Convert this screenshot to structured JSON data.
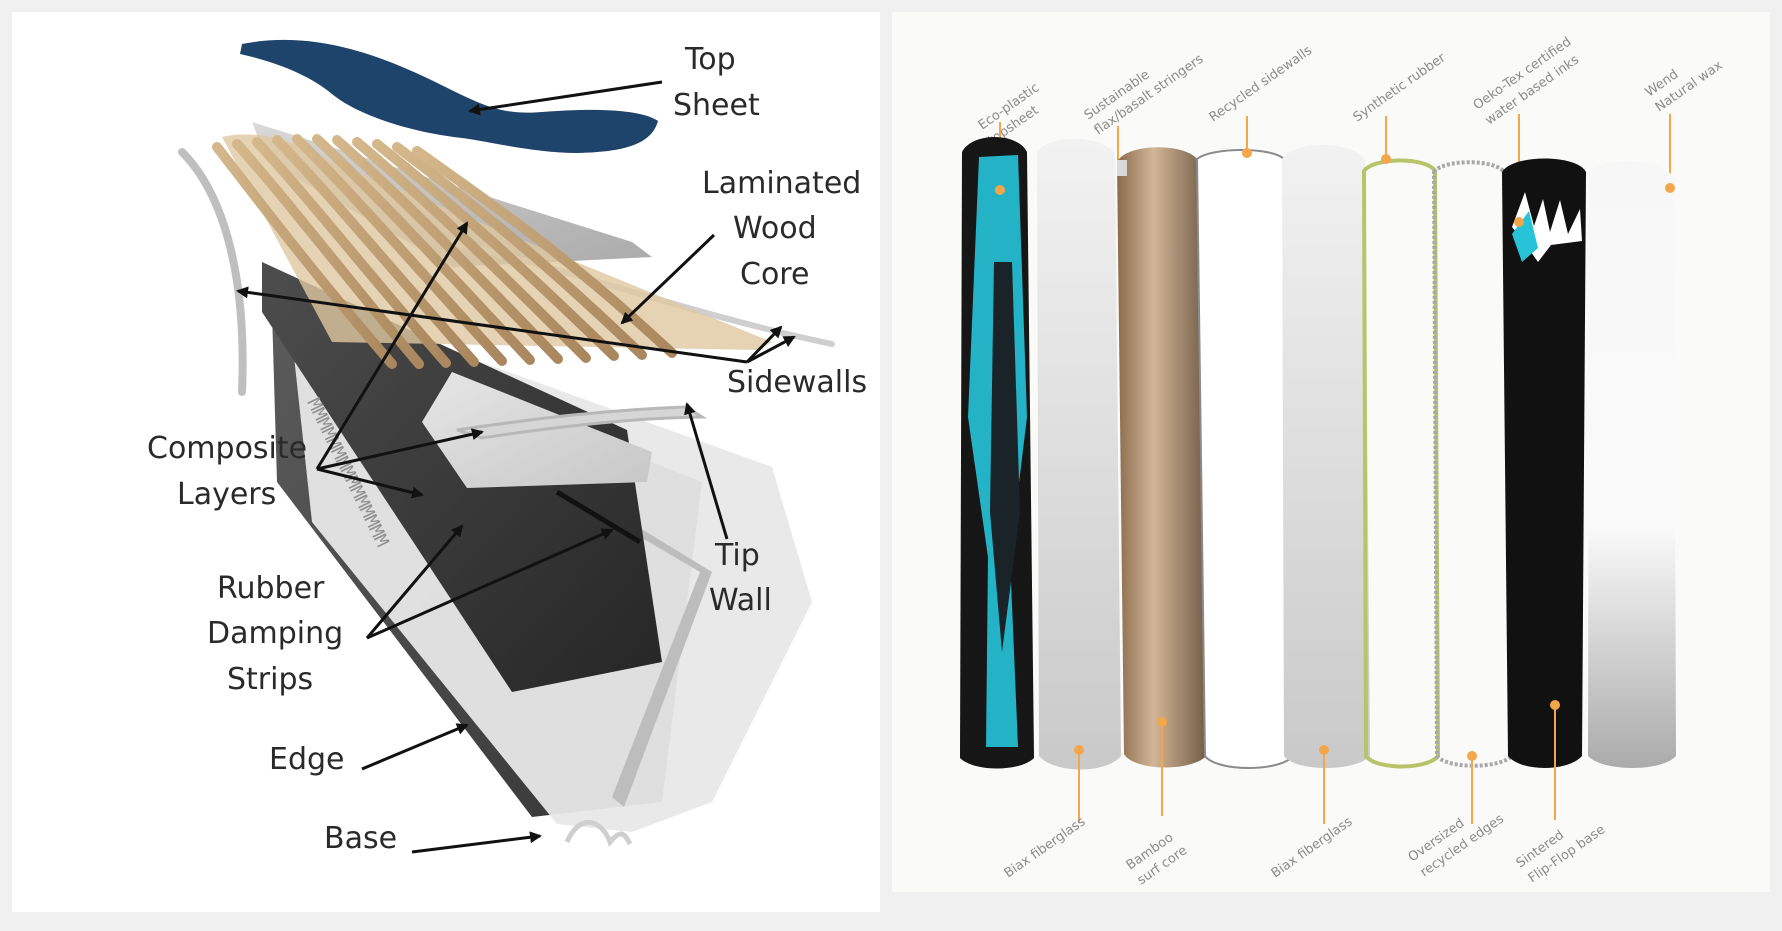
{
  "left_diagram": {
    "labels": {
      "top_sheet": [
        "Top",
        "Sheet"
      ],
      "laminated_wood_core": [
        "Laminated",
        "Wood",
        "Core"
      ],
      "sidewalls": "Sidewalls",
      "composite_layers": [
        "Composite",
        "Layers"
      ],
      "tip_wall": [
        "Tip",
        "Wall"
      ],
      "rubber_damping_strips": [
        "Rubber",
        "Damping",
        "Strips"
      ],
      "edge": "Edge",
      "base": "Base"
    },
    "colors": {
      "top_sheet": "#1f446b",
      "wood": "#c8a777",
      "composite": "#a7a7a7",
      "dark_layer": "#3a3a3a",
      "base": "#4a4a4a"
    }
  },
  "right_diagram": {
    "top_labels": [
      [
        "Eco-plastic",
        "topsheet"
      ],
      [
        "Sustainable",
        "flax/basalt stringers"
      ],
      [
        "Recycled sidewalls"
      ],
      [
        "Synthetic rubber"
      ],
      [
        "Oeko-Tex certified",
        "water based inks"
      ],
      [
        "Wend",
        "Natural wax"
      ]
    ],
    "bottom_labels": [
      [
        "Biax fiberglass"
      ],
      [
        "Bamboo",
        "surf core"
      ],
      [
        "Biax fiberglass"
      ],
      [
        "Oversized",
        "recycled edges"
      ],
      [
        "Sintered",
        "Flip-Flop base"
      ]
    ],
    "colors": {
      "accent_orange": "#f3a64a",
      "topsheet_teal": "#26c3d9",
      "topsheet_dark": "#1f1f1f",
      "wood": "#b89a76",
      "rubber_green": "#b8c46a",
      "base_black": "#111111"
    }
  }
}
